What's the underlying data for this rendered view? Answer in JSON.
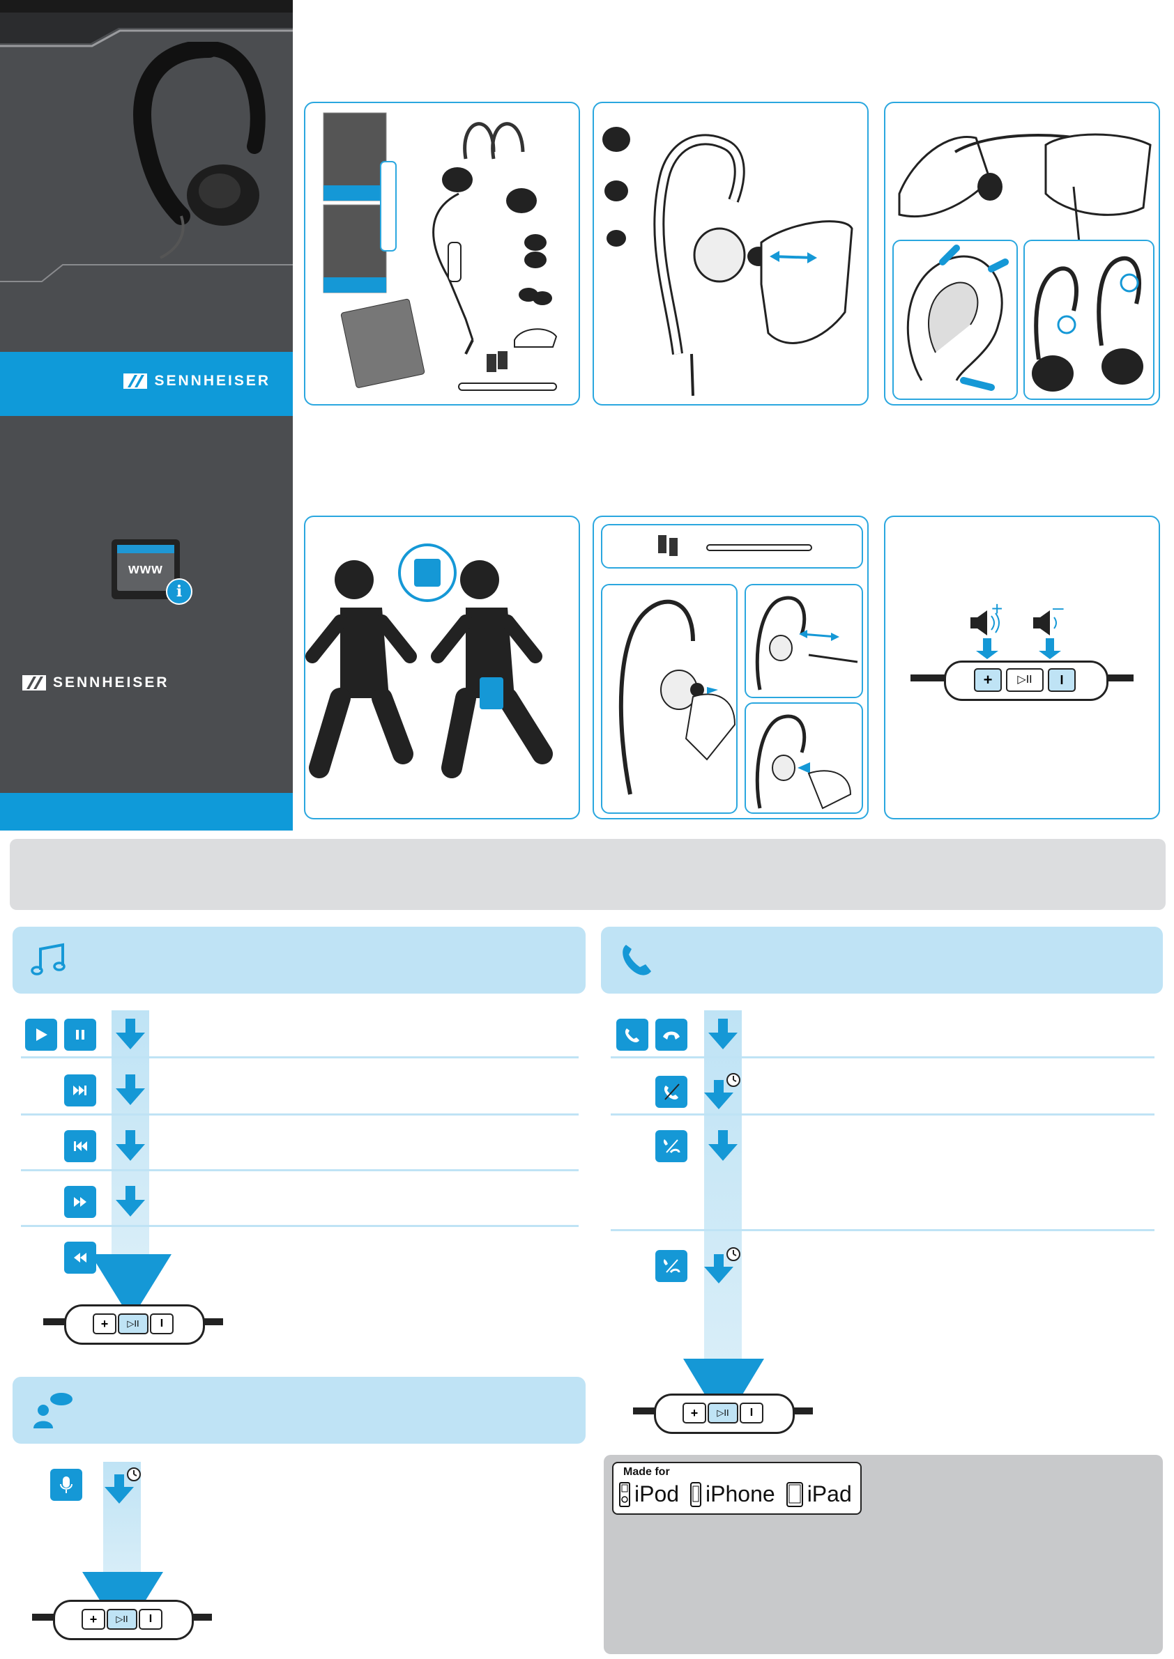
{
  "brand": {
    "name": "SENNHEISER",
    "accent": "#0f9ad9",
    "panel_border": "#2aa7df",
    "light_blue": "#bfe3f5"
  },
  "cover": {
    "www_label": "www",
    "info_icon": "info-icon"
  },
  "steps_top": [
    "package-contents-illustration",
    "ear-adapter-fitting-illustration",
    "wearing-headphones-illustration"
  ],
  "steps_bottom": [
    "carrying-player-illustration",
    "cleaning-illustration",
    "volume-control-illustration"
  ],
  "volume": {
    "plus": "+",
    "minus": "–"
  },
  "remote": {
    "plus": "+",
    "play": "▷II",
    "minus": "I"
  },
  "music": {
    "icon": "music-note-icon",
    "rows": [
      [
        "play-icon",
        "pause-icon"
      ],
      [
        "next-track-icon"
      ],
      [
        "previous-track-icon"
      ],
      [
        "fast-forward-icon"
      ],
      [
        "rewind-icon"
      ]
    ]
  },
  "phone": {
    "icon": "phone-icon",
    "rows": [
      [
        "accept-call-icon",
        "end-call-icon"
      ],
      [
        "reject-call-icon"
      ],
      [
        "switch-call-icon"
      ],
      [
        "end-call-switch-icon"
      ]
    ]
  },
  "voice": {
    "icon": "voice-control-icon",
    "button_icon": "microphone-icon"
  },
  "made_for": {
    "label": "Made for",
    "ipod": "iPod",
    "iphone": "iPhone",
    "ipad": "iPad"
  }
}
